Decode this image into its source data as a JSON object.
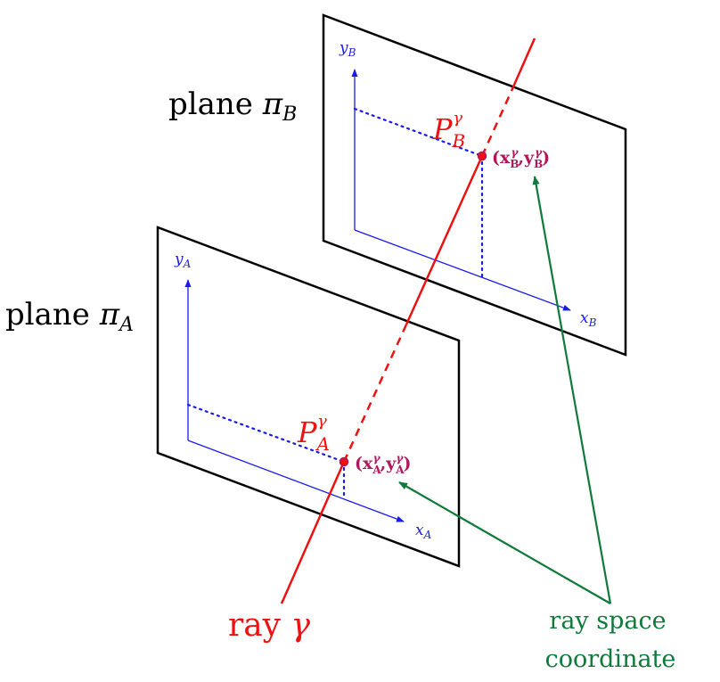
{
  "labels": {
    "plane_b": {
      "prefix": "plane ",
      "sym": "π",
      "sub": "B"
    },
    "plane_a": {
      "prefix": "plane ",
      "sym": "π",
      "sub": "A"
    },
    "ray": {
      "prefix": "ray ",
      "sym": "γ"
    },
    "note": {
      "line1": "ray space",
      "line2": "coordinate"
    },
    "pb": {
      "base": "P",
      "sub": "B",
      "sup": "γ"
    },
    "pa": {
      "base": "P",
      "sub": "A",
      "sup": "γ"
    },
    "coord_b": {
      "open": "(",
      "x": "x",
      "y": "y",
      "sub": "B",
      "sup": "γ",
      "sep": ",",
      "close": ")"
    },
    "coord_a": {
      "open": "(",
      "x": "x",
      "y": "y",
      "sub": "A",
      "sup": "γ",
      "sep": ",",
      "close": ")"
    },
    "axis_yb": {
      "base": "y",
      "sub": "B"
    },
    "axis_xb": {
      "base": "x",
      "sub": "B"
    },
    "axis_ya": {
      "base": "y",
      "sub": "A"
    },
    "axis_xa": {
      "base": "x",
      "sub": "A"
    }
  },
  "colors": {
    "ray": "#ee1111",
    "axes": "#1a1aee",
    "point_label": "#b0175a",
    "arrows": "#0f7a3a",
    "outline": "#000000"
  }
}
